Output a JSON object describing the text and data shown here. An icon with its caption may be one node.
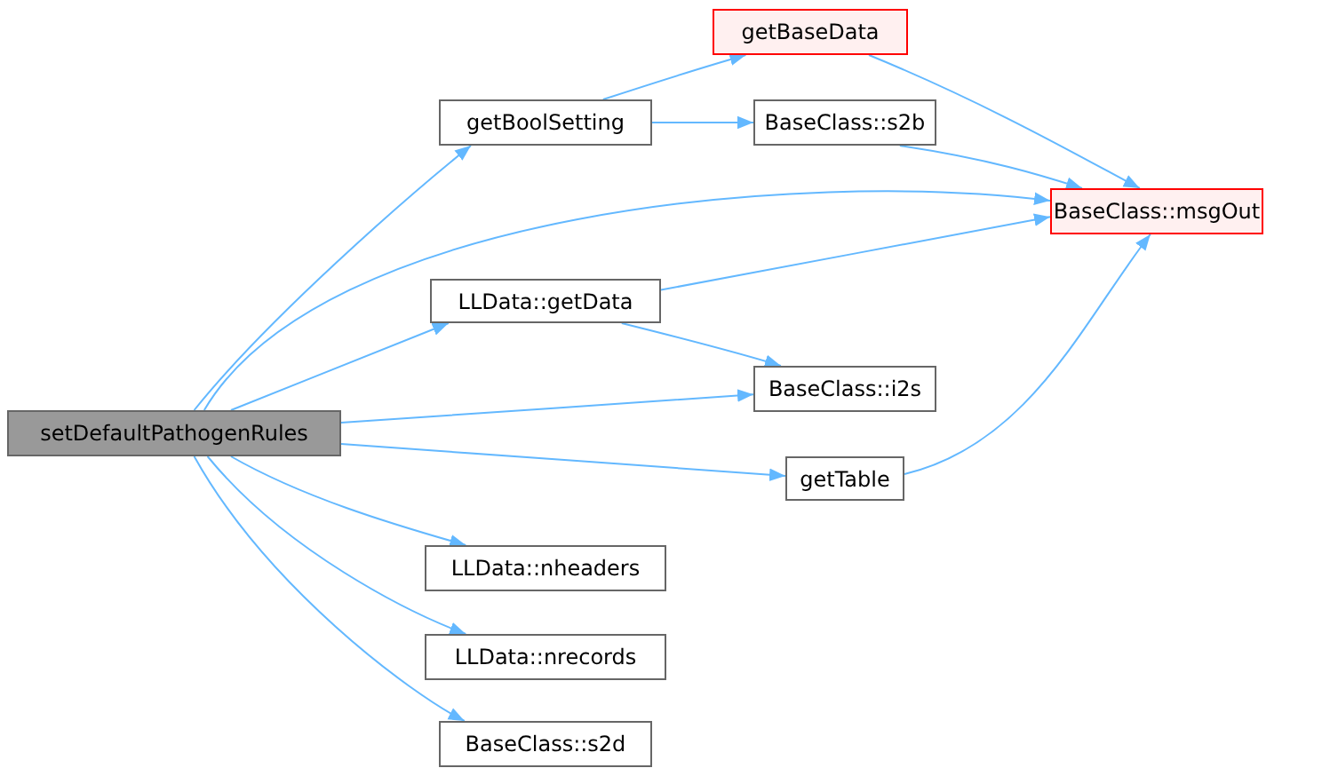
{
  "diagram": {
    "nodes": [
      {
        "text": [
          "setDefaultPathogenRules"
        ]
      },
      {
        "text": [
          "getBoolSetting"
        ]
      },
      {
        "text": [
          "getBaseData"
        ]
      },
      {
        "text": [
          "BaseClass::s2b"
        ]
      },
      {
        "text": [
          "BaseClass::msgOut"
        ]
      },
      {
        "text": [
          "LLData::getData"
        ]
      },
      {
        "text": [
          "BaseClass::i2s"
        ]
      },
      {
        "text": [
          "getTable"
        ]
      },
      {
        "text": [
          "LLData::nheaders"
        ]
      },
      {
        "text": [
          "LLData::nrecords"
        ]
      },
      {
        "text": [
          "BaseClass::s2d"
        ]
      }
    ],
    "edges": [
      {
        "from": 0,
        "to": 1,
        "arrow": "to"
      },
      {
        "from": 0,
        "to": 4,
        "arrow": "to"
      },
      {
        "from": 0,
        "to": 5,
        "arrow": "to"
      },
      {
        "from": 0,
        "to": 6,
        "arrow": "to"
      },
      {
        "from": 0,
        "to": 7,
        "arrow": "to"
      },
      {
        "from": 0,
        "to": 8,
        "arrow": "to"
      },
      {
        "from": 0,
        "to": 9,
        "arrow": "to"
      },
      {
        "from": 0,
        "to": 10,
        "arrow": "to"
      },
      {
        "from": 1,
        "to": 2,
        "arrow": "to"
      },
      {
        "from": 1,
        "to": 3,
        "arrow": "to"
      },
      {
        "from": 2,
        "to": 4,
        "arrow": "to"
      },
      {
        "from": 3,
        "to": 4,
        "arrow": "to"
      },
      {
        "from": 5,
        "to": 4,
        "arrow": "to"
      },
      {
        "from": 5,
        "to": 6,
        "arrow": "to"
      },
      {
        "from": 7,
        "to": 4,
        "arrow": "to"
      }
    ]
  }
}
